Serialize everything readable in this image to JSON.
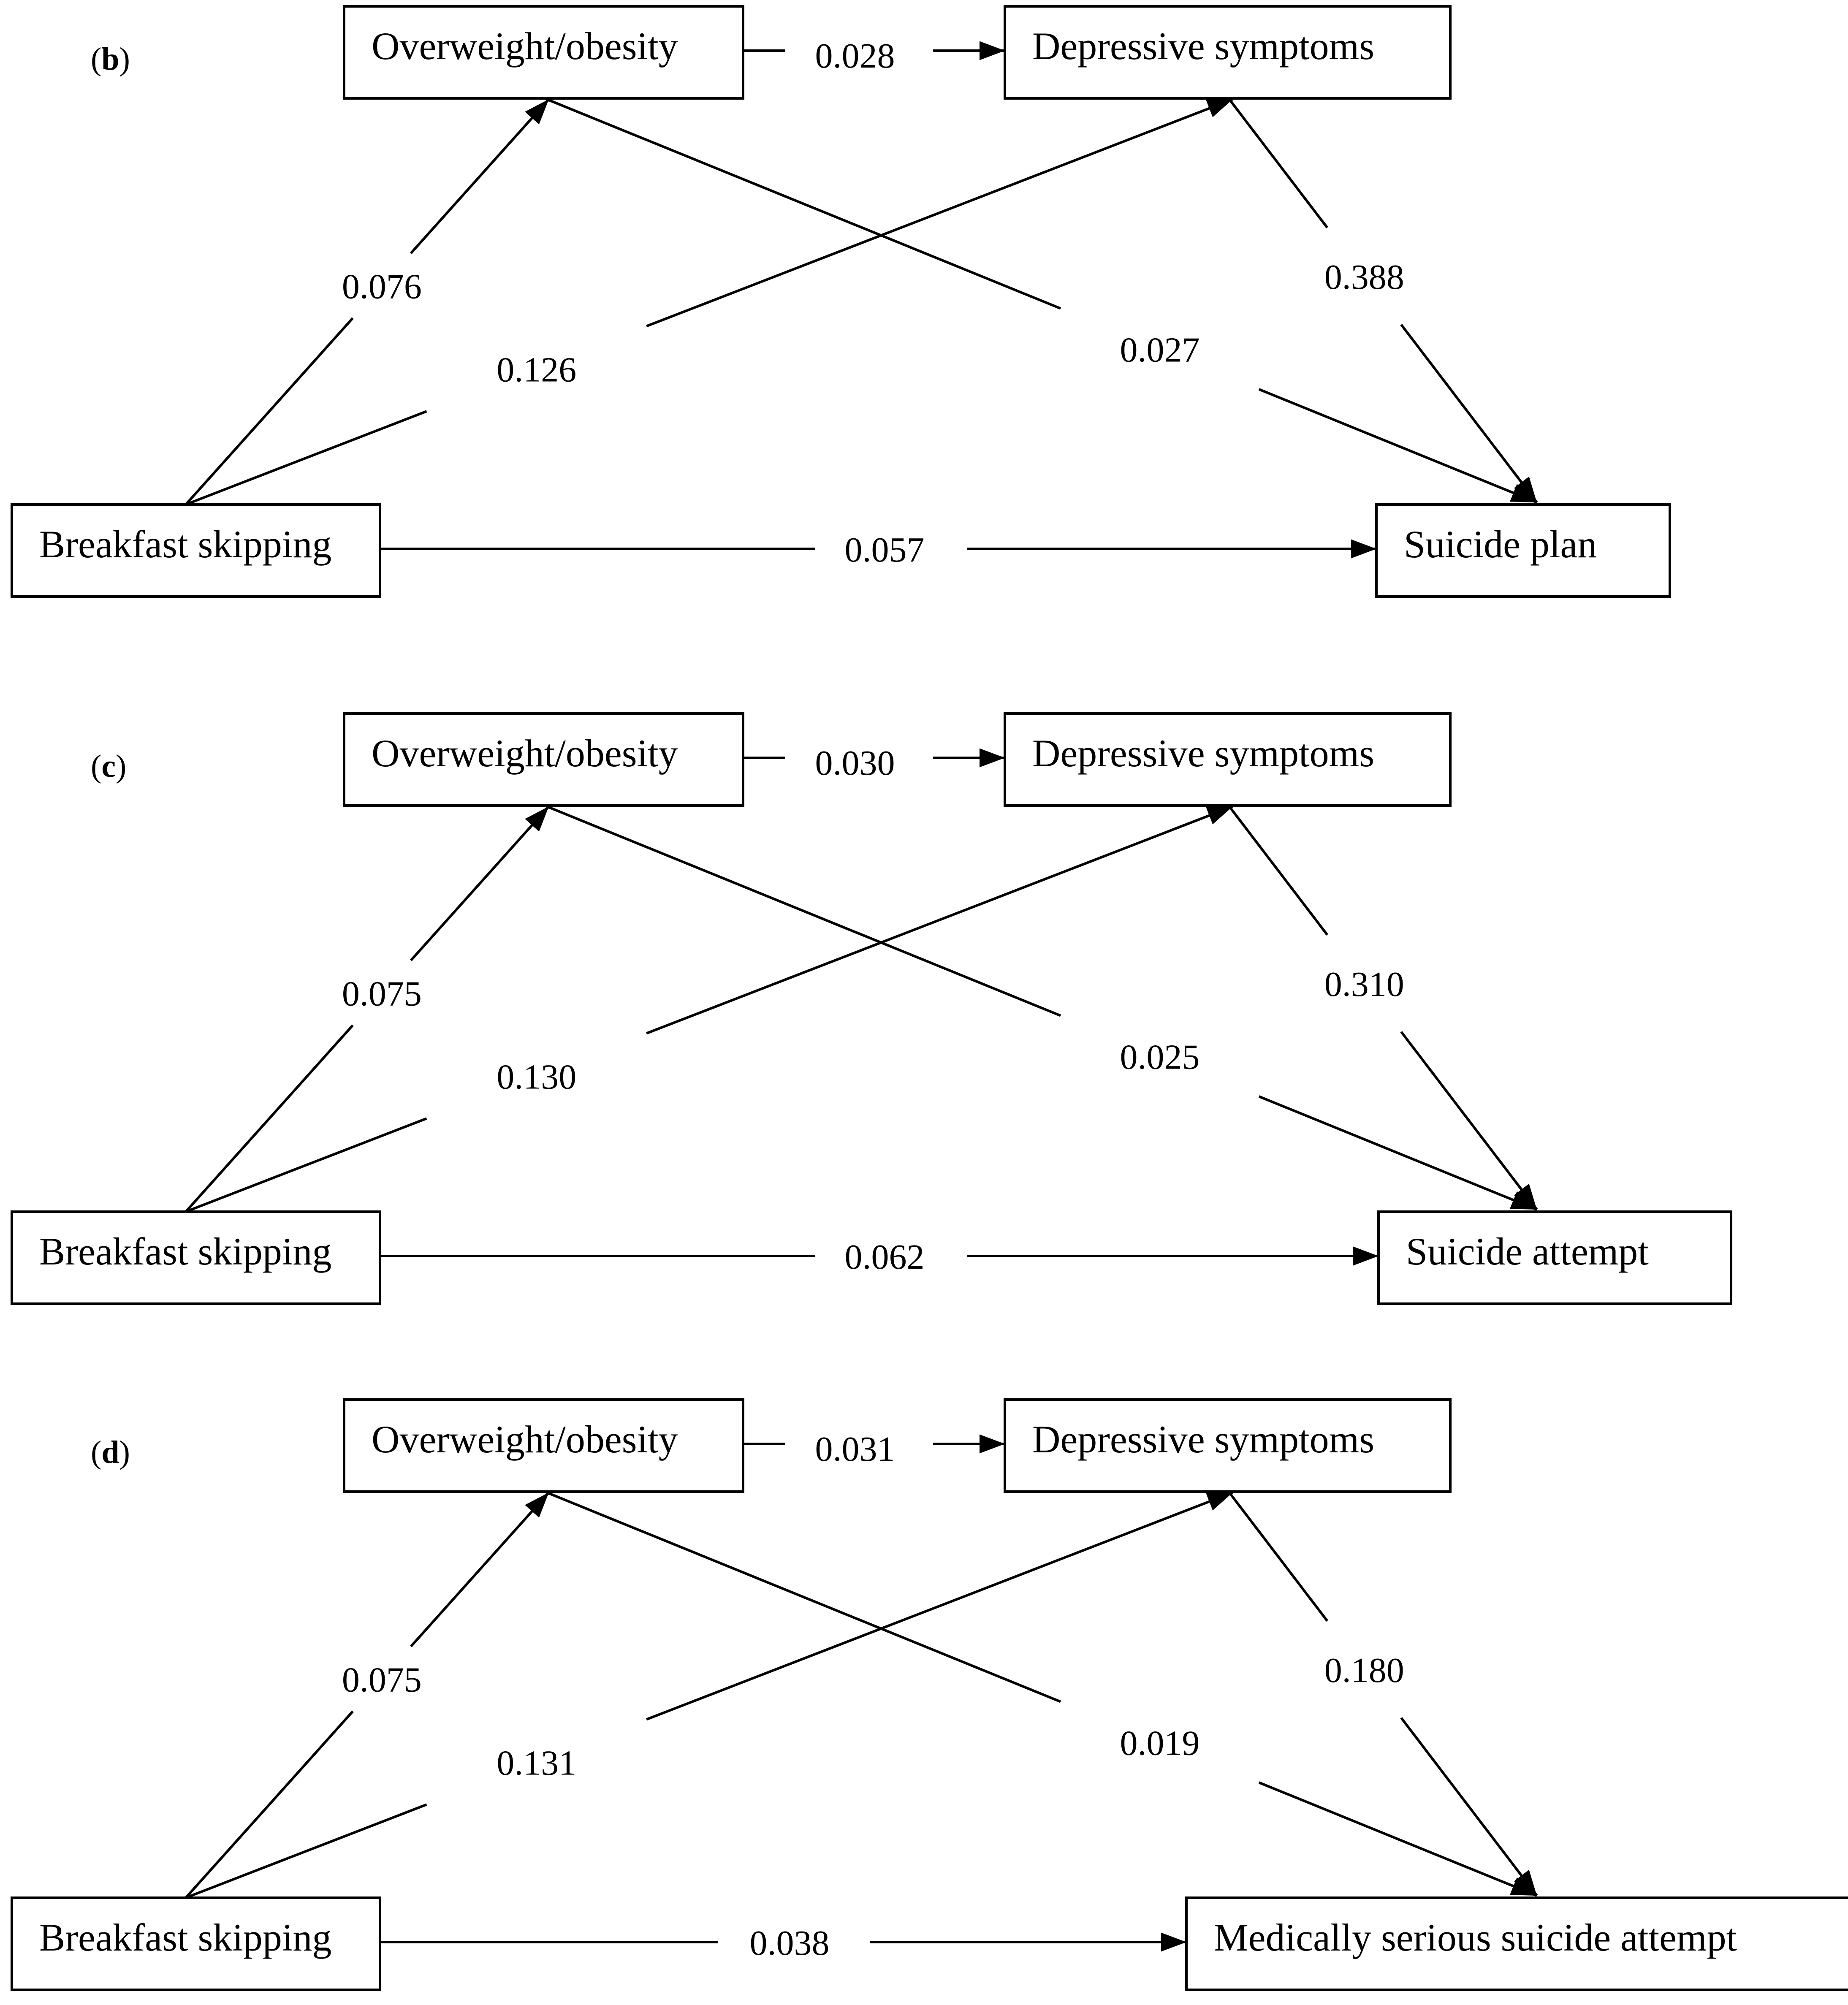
{
  "panels": [
    {
      "letter": "b",
      "nodes": {
        "breakfast": "Breakfast skipping",
        "overweight": "Overweight/obesity",
        "depressive": "Depressive symptoms",
        "outcome": "Suicide plan"
      },
      "coefficients": {
        "overweight_depressive": "0.028",
        "breakfast_overweight": "0.076",
        "breakfast_depressive": "0.126",
        "overweight_outcome": "0.027",
        "depressive_outcome": "0.388",
        "breakfast_outcome": "0.057"
      }
    },
    {
      "letter": "c",
      "nodes": {
        "breakfast": "Breakfast skipping",
        "overweight": "Overweight/obesity",
        "depressive": "Depressive symptoms",
        "outcome": "Suicide attempt"
      },
      "coefficients": {
        "overweight_depressive": "0.030",
        "breakfast_overweight": "0.075",
        "breakfast_depressive": "0.130",
        "overweight_outcome": "0.025",
        "depressive_outcome": "0.310",
        "breakfast_outcome": "0.062"
      }
    },
    {
      "letter": "d",
      "nodes": {
        "breakfast": "Breakfast skipping",
        "overweight": "Overweight/obesity",
        "depressive": "Depressive symptoms",
        "outcome": "Medically serious suicide attempt"
      },
      "coefficients": {
        "overweight_depressive": "0.031",
        "breakfast_overweight": "0.075",
        "breakfast_depressive": "0.131",
        "overweight_outcome": "0.019",
        "depressive_outcome": "0.180",
        "breakfast_outcome": "0.038"
      }
    }
  ]
}
